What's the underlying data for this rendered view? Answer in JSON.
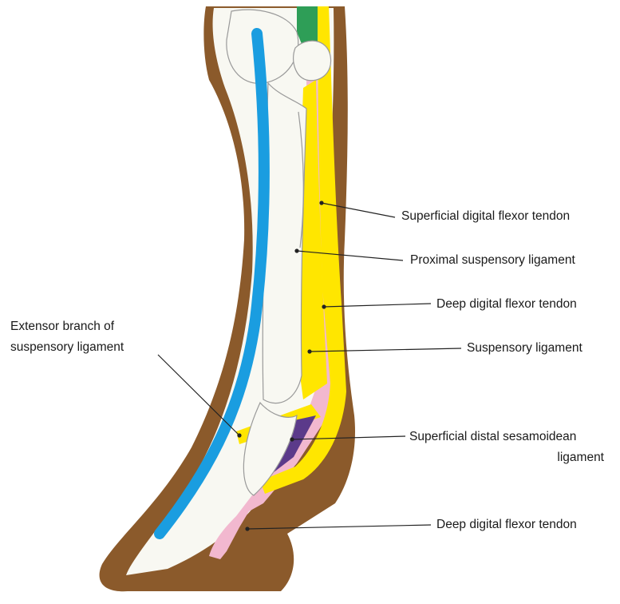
{
  "labels": {
    "sdft": "Superficial digital flexor tendon",
    "proximal_sl": "Proximal suspensory ligament",
    "ddft_upper": "Deep digital flexor tendon",
    "sl": "Suspensory ligament",
    "extensor_line1": "Extensor branch of",
    "extensor_line2": "suspensory ligament",
    "sdsl_line1": "Superficial distal sesamoidean",
    "sdsl_line2": "ligament",
    "ddft_lower": "Deep digital flexor tendon"
  },
  "colors": {
    "skin": "#8b5a2b",
    "bone": "#f8f8f2",
    "bone_outline": "#9a9a9a",
    "extensor_tendon": "#1a9de0",
    "suspensory": "#ffe600",
    "deep_flexor": "#f2b8cf",
    "sesamoidean": "#5b3a8a",
    "muscle": "#2e9e57",
    "leader": "#222222"
  }
}
